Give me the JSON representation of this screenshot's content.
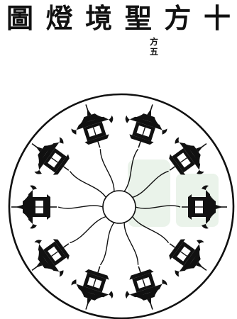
{
  "title": {
    "chars": [
      "圖",
      "燈",
      "境",
      "聖",
      "方",
      "十"
    ]
  },
  "subtitle": {
    "chars": [
      "方",
      "五"
    ]
  },
  "diagram": {
    "lamp_count": 10,
    "colors": {
      "ink": "#111111",
      "paper": "#ffffff",
      "watermark": "#cfe3cf"
    }
  }
}
